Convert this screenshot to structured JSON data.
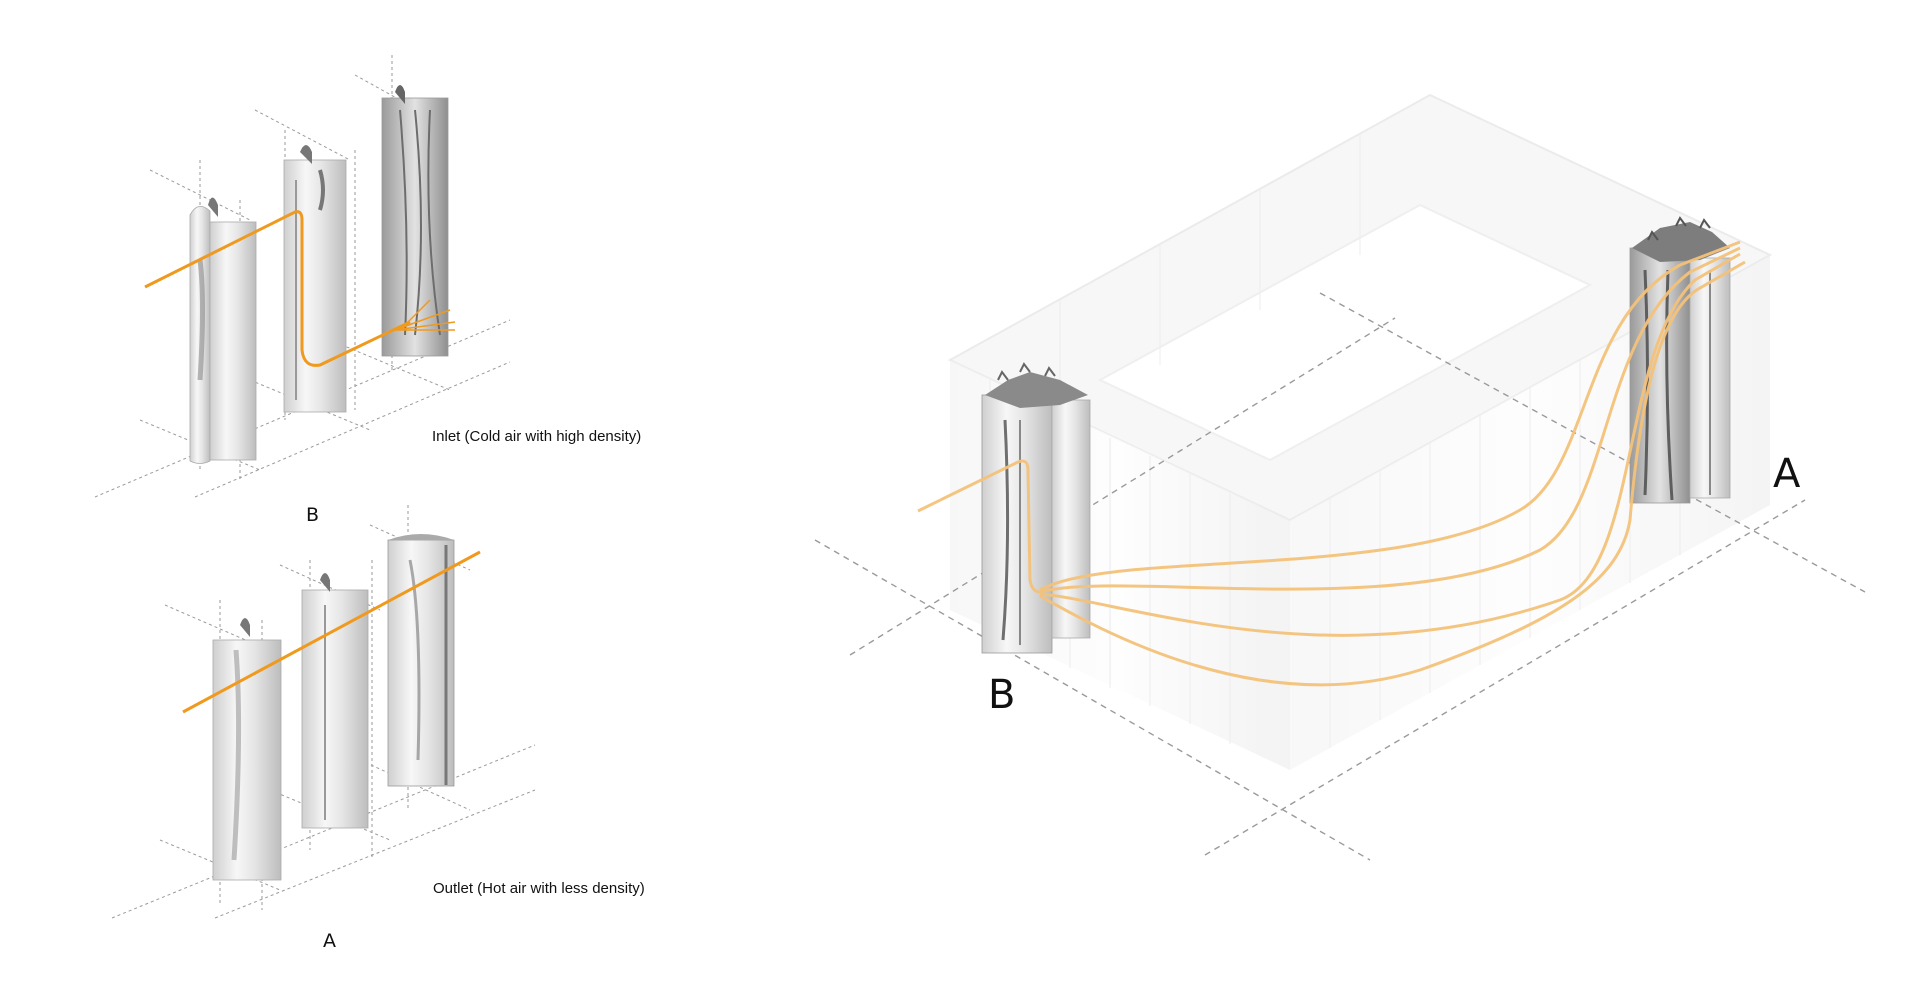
{
  "left_top": {
    "caption": "Inlet (Cold air with high density)",
    "label": "B"
  },
  "left_bottom": {
    "caption": "Outlet (Hot air with less density)",
    "label": "A"
  },
  "right": {
    "label_b": "B",
    "label_a": "A"
  },
  "colors": {
    "airflow": "#ef9a1e",
    "airflow_soft": "#f4c27a",
    "column": "#dcdcdc",
    "grid": "#9a9a9a"
  },
  "icons": [
    "airflow-line",
    "ventilation-column"
  ]
}
